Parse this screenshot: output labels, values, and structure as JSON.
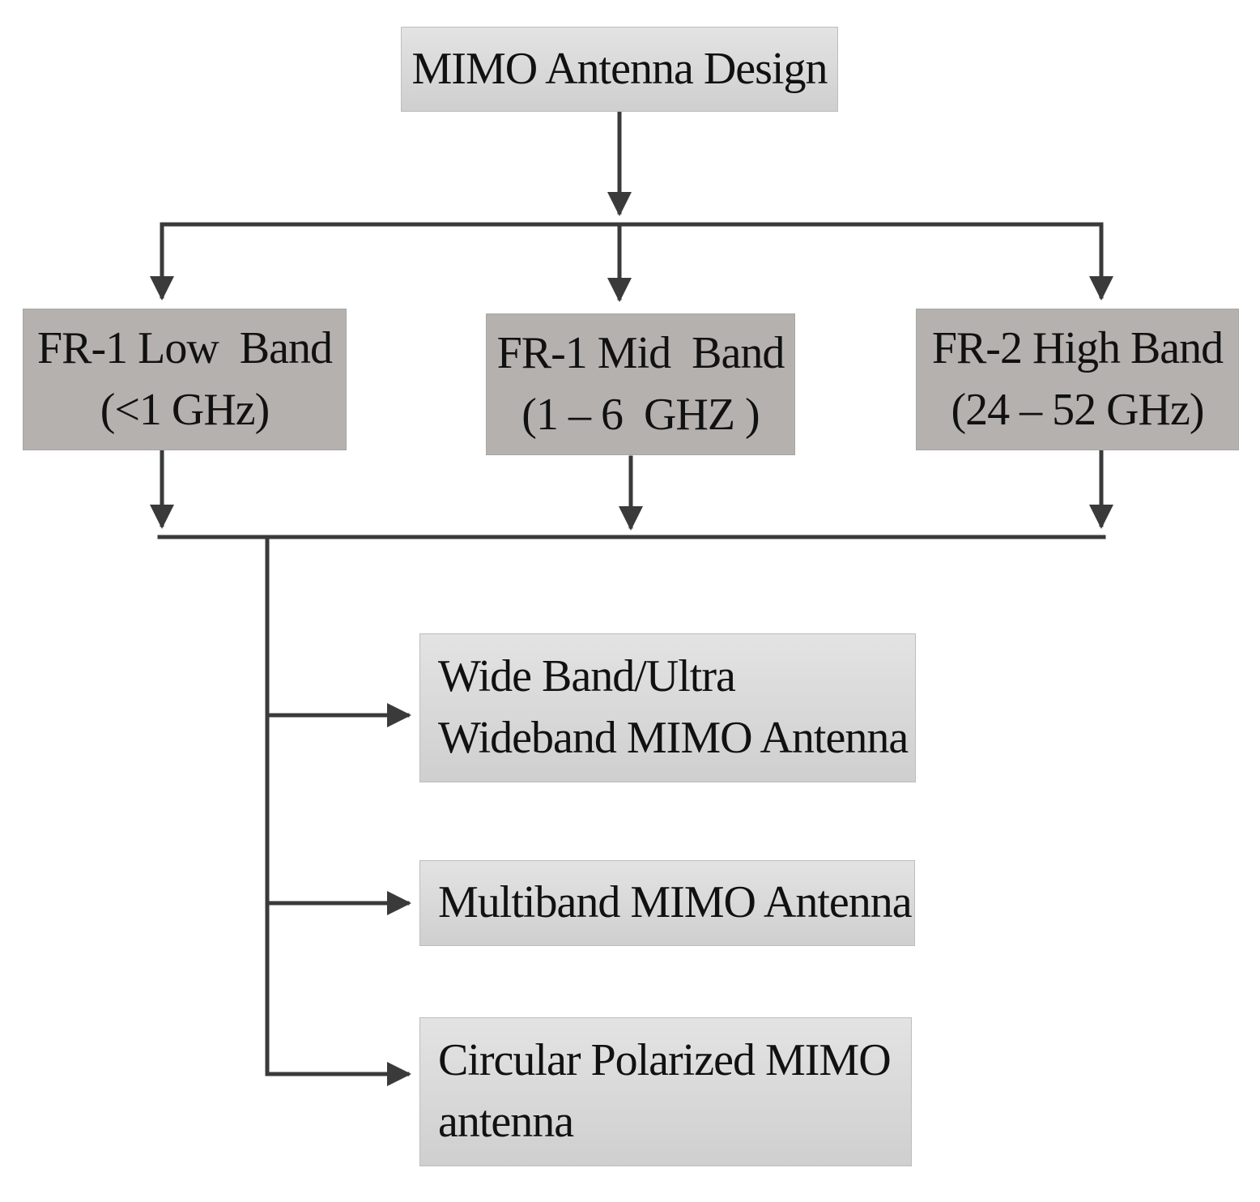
{
  "diagram": {
    "root": {
      "label": "MIMO Antenna Design"
    },
    "bands": [
      {
        "line1": "FR-1 Low  Band",
        "line2": "(<1 GHz)"
      },
      {
        "line1": "FR-1 Mid  Band",
        "line2": "(1 – 6  GHZ )"
      },
      {
        "line1": "FR-2 High Band",
        "line2": "(24 – 52 GHz)"
      }
    ],
    "types": [
      {
        "line1": "Wide Band/Ultra",
        "line2": "Wideband MIMO Antenna"
      },
      {
        "line1": "Multiband MIMO Antenna"
      },
      {
        "line1": "Circular Polarized MIMO",
        "line2": "antenna"
      }
    ],
    "colors": {
      "connector": "#3a3a3a",
      "box_light": "#d8d8d8",
      "box_dark": "#b5b1ae",
      "box_border": "#bdbdbd"
    }
  }
}
